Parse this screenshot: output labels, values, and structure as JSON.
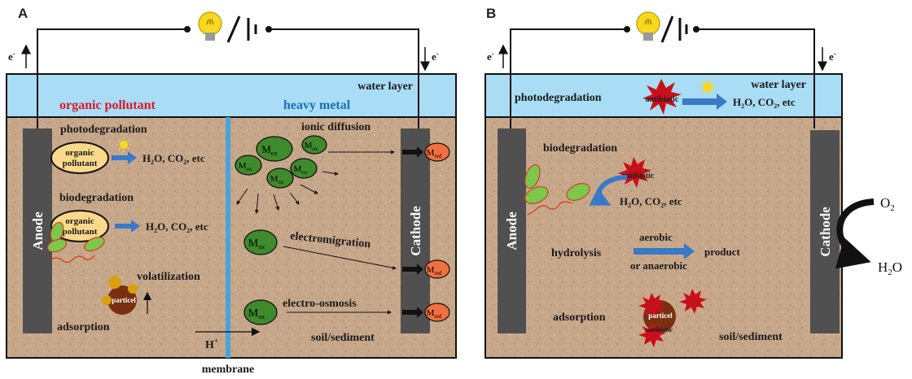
{
  "panel_a": {
    "letter": "A",
    "electron_left": "e",
    "electron_right": "e",
    "electron_sup": "-",
    "water_layer": "water layer",
    "organic_title": "organic pollutant",
    "metal_title": "heavy metal",
    "anode": "Anode",
    "cathode": "Cathode",
    "photodegradation": "photodegradation",
    "pollutant_top_1": "organic",
    "pollutant_top_2": "pollutant",
    "products_1": "H",
    "products_1_sub": "2",
    "products_2": "O, CO",
    "products_2_sub": "2",
    "products_3": ", etc",
    "biodegradation": "biodegradation",
    "pollutant_bio_1": "organic",
    "pollutant_bio_2": "pollutant",
    "volatilization": "volatilization",
    "particle": "particel",
    "adsorption": "adsorption",
    "h_plus": "H",
    "h_plus_sup": "+",
    "membrane": "membrane",
    "ionic_diffusion": "ionic diffusion",
    "electromigration": "electromigration",
    "electro_osmosis": "electro-osmosis",
    "soil": "soil/sediment",
    "m_ox": "M",
    "m_ox_sub": "ox",
    "m_red": "M",
    "m_red_sub": "red"
  },
  "panel_b": {
    "letter": "B",
    "electron_left": "e",
    "electron_right": "e",
    "electron_sup": "-",
    "water_layer": "water layer",
    "photodegradation": "photodegradation",
    "antibiotic": "antibiotic",
    "products_1": "H",
    "products_1_sub": "2",
    "products_2": "O, CO",
    "products_2_sub": "2",
    "products_3": ", etc",
    "biodegradation": "biodegradation",
    "hydrolysis": "hydrolysis",
    "aerobic": "aerobic",
    "anaerobic": "or anaerobic",
    "product": "product",
    "adsorption": "adsorption",
    "particle": "particel",
    "soil": "soil/sediment",
    "anode": "Anode",
    "cathode": "Cathode",
    "o2": "O",
    "o2_sub": "2",
    "h2o_1": "H",
    "h2o_sub": "2",
    "h2o_2": "O"
  },
  "colors": {
    "water": "#a9dcf5",
    "soil": "#c7a78a",
    "electrode": "#505050",
    "membrane": "#4aa3dc",
    "organic_title": "#d8192a",
    "metal_title": "#1a6fb8",
    "pollutant_fill": "#fbd98a",
    "metal_fill": "#3e8a2c",
    "reduced_fill": "#f07040",
    "arrow_blue": "#3a78c8",
    "antibiotic": "#c8101a",
    "particle": "#7a3010",
    "gold": "#d8a010",
    "bacteria": "#7cc84a"
  }
}
